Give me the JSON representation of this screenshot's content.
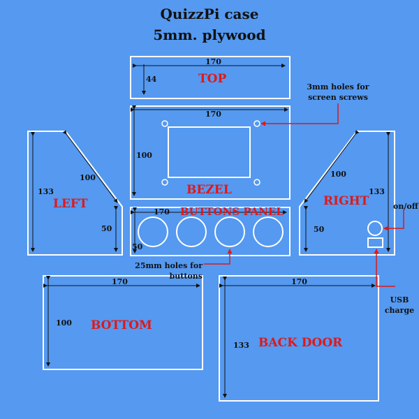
{
  "title": {
    "line1": "QuizzPi case",
    "line2": "5mm. plywood"
  },
  "panels": {
    "top": {
      "label": "TOP",
      "width": "170",
      "height": "44"
    },
    "bezel": {
      "label": "BEZEL",
      "width": "170",
      "height": "100"
    },
    "left": {
      "label": "LEFT",
      "height": "133",
      "slant": "100",
      "bottom": "50"
    },
    "right": {
      "label": "RIGHT",
      "height": "133",
      "slant": "100",
      "bottom": "50"
    },
    "buttons": {
      "label": "BUTTONS PANEL",
      "width": "170",
      "height": "50"
    },
    "bottom": {
      "label": "BOTTOM",
      "width": "170",
      "height": "100"
    },
    "back": {
      "label": "BACK DOOR",
      "width": "170",
      "height": "133"
    }
  },
  "notes": {
    "screws": "3mm holes for screen screws",
    "buttons": "25mm holes for buttons",
    "onoff": "on/off",
    "usb": "USB charge"
  }
}
